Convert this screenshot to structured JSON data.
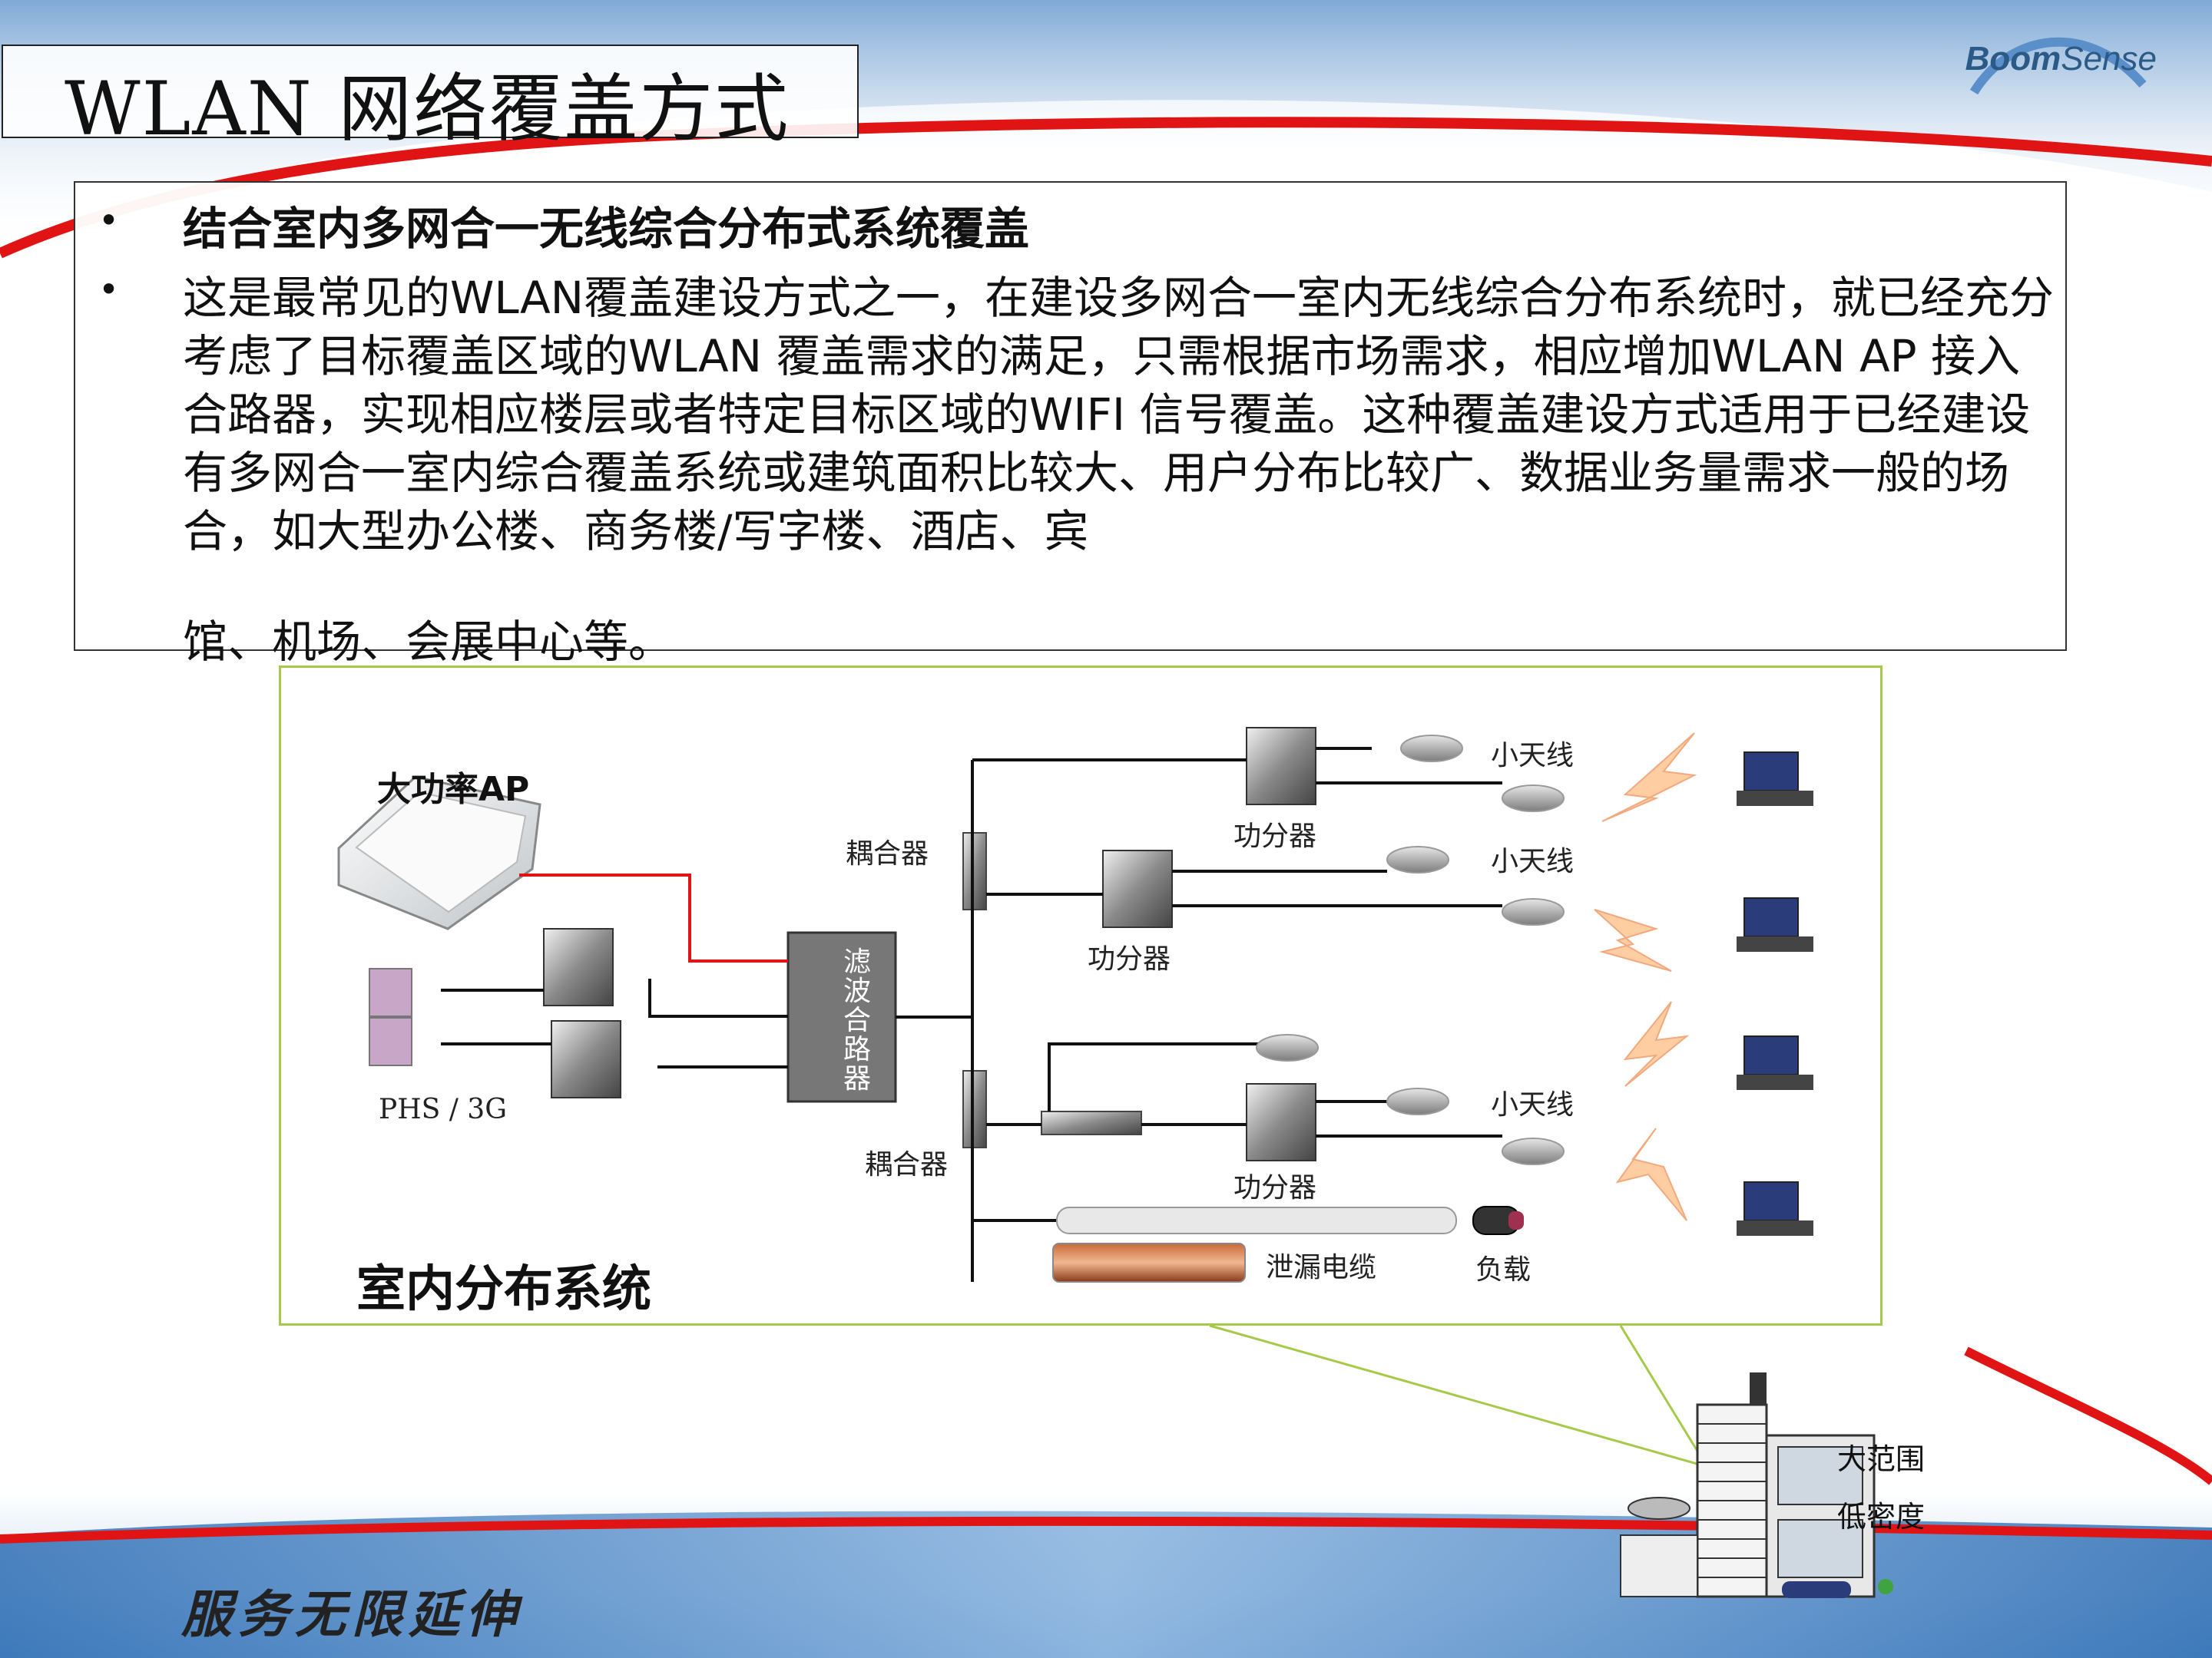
{
  "header": {
    "title": "WLAN 网络覆盖方式",
    "logo_bold": "Boom",
    "logo_light": "Sense"
  },
  "bullets": [
    {
      "text": "结合室内多网合一无线综合分布式系统覆盖"
    },
    {
      "text": "这是最常见的WLAN覆盖建设方式之一，在建设多网合一室内无线综合分布系统时，就已经充分考虑了目标覆盖区域的WLAN 覆盖需求的满足，只需根据市场需求，相应增加WLAN AP 接入合路器，实现相应楼层或者特定目标区域的WIFI 信号覆盖。这种覆盖建设方式适用于已经建设有多网合一室内综合覆盖系统或建筑面积比较大、用户分布比较广、数据业务量需求一般的场合，如大型办公楼、商务楼/写字楼、酒店、宾",
      "text_tail": "馆、机场、会展中心等。"
    }
  ],
  "diagram": {
    "ap_label": "大功率AP",
    "phs_label": "PHS / 3G",
    "combiner_label": "滤波合路器",
    "coupler_top": "耦合器",
    "coupler_bottom": "耦合器",
    "splitter_1": "功分器",
    "splitter_2": "功分器",
    "splitter_3": "功分器",
    "antenna_1": "小天线",
    "antenna_2": "小天线",
    "antenna_3": "小天线",
    "leaky_cable": "泄漏电缆",
    "load": "负载",
    "system_label": "室内分布系统"
  },
  "building": {
    "line1": "大范围",
    "line2": "低密度"
  },
  "footer": {
    "slogan": "服务无限延伸"
  },
  "colors": {
    "accent_red": "#e01414",
    "diagram_border": "#a6c94a",
    "ap_link": "#e01414"
  }
}
